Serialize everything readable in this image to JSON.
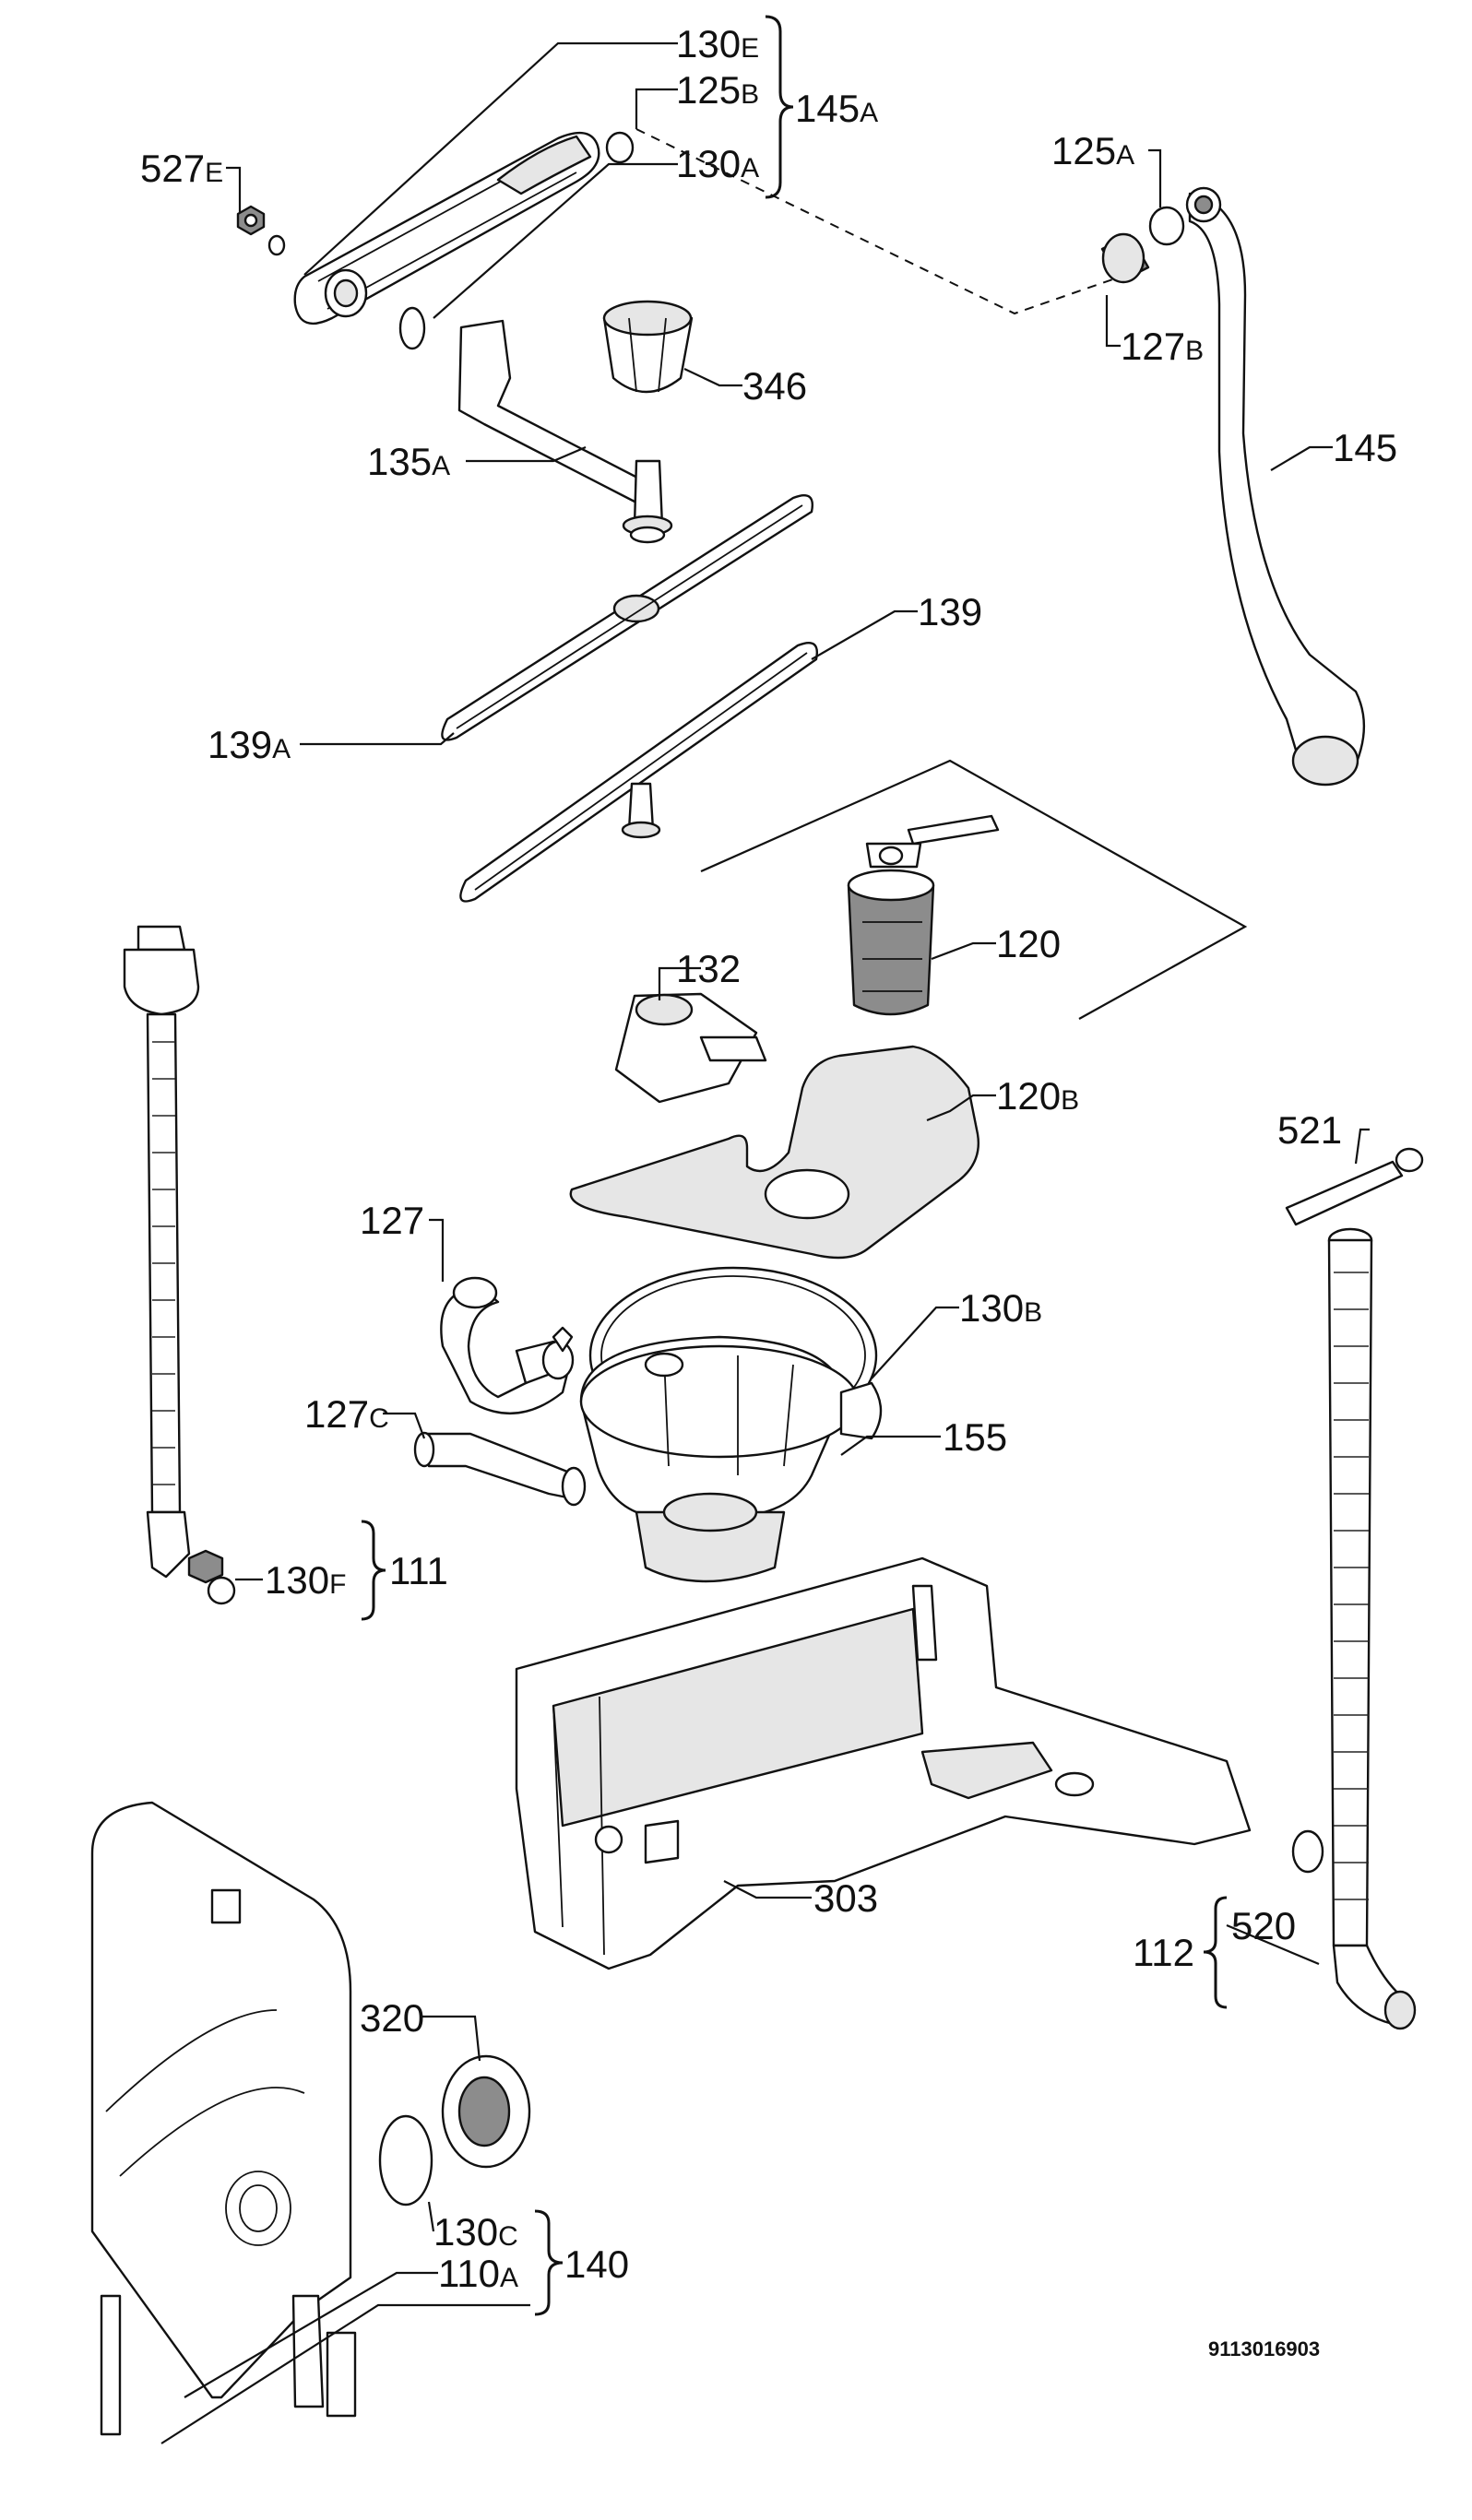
{
  "diagram": {
    "document_number": "9113016903",
    "callouts": {
      "p130E": {
        "num": "130",
        "suffix": "E"
      },
      "p125B": {
        "num": "125",
        "suffix": "B"
      },
      "p145A": {
        "num": "145",
        "suffix": "A"
      },
      "p130A": {
        "num": "130",
        "suffix": "A"
      },
      "p527E": {
        "num": "527",
        "suffix": "E"
      },
      "p125A": {
        "num": "125",
        "suffix": "A"
      },
      "p127B": {
        "num": "127",
        "suffix": "B"
      },
      "p346": {
        "num": "346",
        "suffix": ""
      },
      "p145": {
        "num": "145",
        "suffix": ""
      },
      "p135A": {
        "num": "135",
        "suffix": "A"
      },
      "p139": {
        "num": "139",
        "suffix": ""
      },
      "p139A": {
        "num": "139",
        "suffix": "A"
      },
      "p132": {
        "num": "132",
        "suffix": ""
      },
      "p120": {
        "num": "120",
        "suffix": ""
      },
      "p120B": {
        "num": "120",
        "suffix": "B"
      },
      "p521": {
        "num": "521",
        "suffix": ""
      },
      "p127": {
        "num": "127",
        "suffix": ""
      },
      "p130B": {
        "num": "130",
        "suffix": "B"
      },
      "p127C": {
        "num": "127",
        "suffix": "C"
      },
      "p155": {
        "num": "155",
        "suffix": ""
      },
      "p130F": {
        "num": "130",
        "suffix": "F"
      },
      "p111": {
        "num": "111",
        "suffix": ""
      },
      "p303": {
        "num": "303",
        "suffix": ""
      },
      "p520": {
        "num": "520",
        "suffix": ""
      },
      "p112": {
        "num": "112",
        "suffix": ""
      },
      "p320": {
        "num": "320",
        "suffix": ""
      },
      "p130C": {
        "num": "130",
        "suffix": "C"
      },
      "p140": {
        "num": "140",
        "suffix": ""
      },
      "p110A": {
        "num": "110",
        "suffix": "A"
      }
    }
  }
}
